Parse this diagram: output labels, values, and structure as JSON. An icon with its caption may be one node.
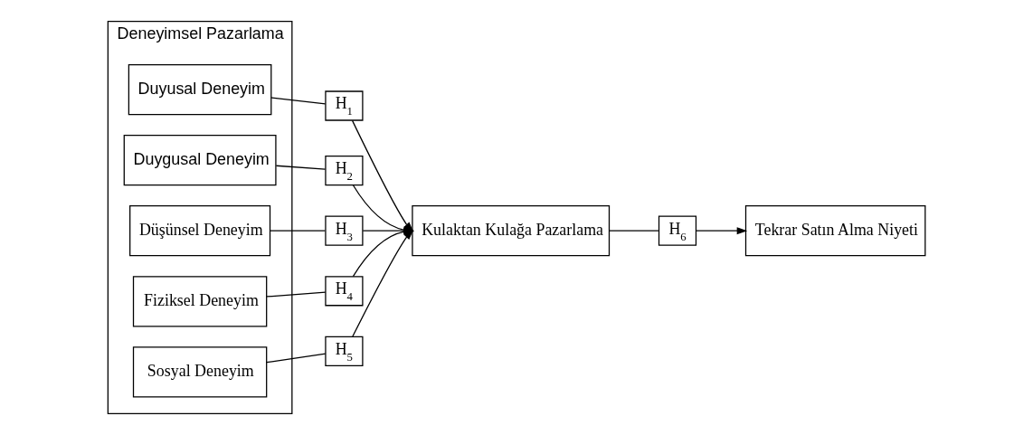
{
  "diagram": {
    "nodes": [
      {
        "text": [
          "Deneyimsel Pazarlama"
        ]
      },
      {
        "text": [
          "Duyusal Deneyim"
        ],
        "in": 0
      },
      {
        "text": [
          "Duygusal Deneyim"
        ],
        "in": 0
      },
      {
        "text": [
          "Düşünsel Deneyim"
        ],
        "in": 0
      },
      {
        "text": [
          "Fiziksel Deneyim"
        ],
        "in": 0
      },
      {
        "text": [
          "Sosyal Deneyim"
        ],
        "in": 0
      },
      {
        "text": [
          "H$_{1}$"
        ]
      },
      {
        "text": [
          "H$_{2}$"
        ]
      },
      {
        "text": [
          "H$_{3}$"
        ]
      },
      {
        "text": [
          "H$_{4}$"
        ]
      },
      {
        "text": [
          "H$_{5}$"
        ]
      },
      {
        "text": [
          "Kulaktan Kulağa Pazarlama"
        ]
      },
      {
        "text": [
          "H$_{6}$"
        ]
      },
      {
        "text": [
          "Tekrar Satın Alma Niyeti"
        ]
      }
    ],
    "edges": [
      {
        "from": 1,
        "to": 6,
        "arrow": "none"
      },
      {
        "from": 6,
        "to": 11,
        "arrow": "to"
      },
      {
        "from": 2,
        "to": 7,
        "arrow": "none"
      },
      {
        "from": 7,
        "to": 11,
        "arrow": "to"
      },
      {
        "from": 3,
        "to": 8,
        "arrow": "none"
      },
      {
        "from": 8,
        "to": 11,
        "arrow": "to"
      },
      {
        "from": 4,
        "to": 9,
        "arrow": "none"
      },
      {
        "from": 9,
        "to": 11,
        "arrow": "to"
      },
      {
        "from": 5,
        "to": 10,
        "arrow": "none"
      },
      {
        "from": 10,
        "to": 11,
        "arrow": "to"
      },
      {
        "from": 11,
        "to": 12,
        "arrow": "none"
      },
      {
        "from": 12,
        "to": 13,
        "arrow": "to"
      }
    ]
  }
}
